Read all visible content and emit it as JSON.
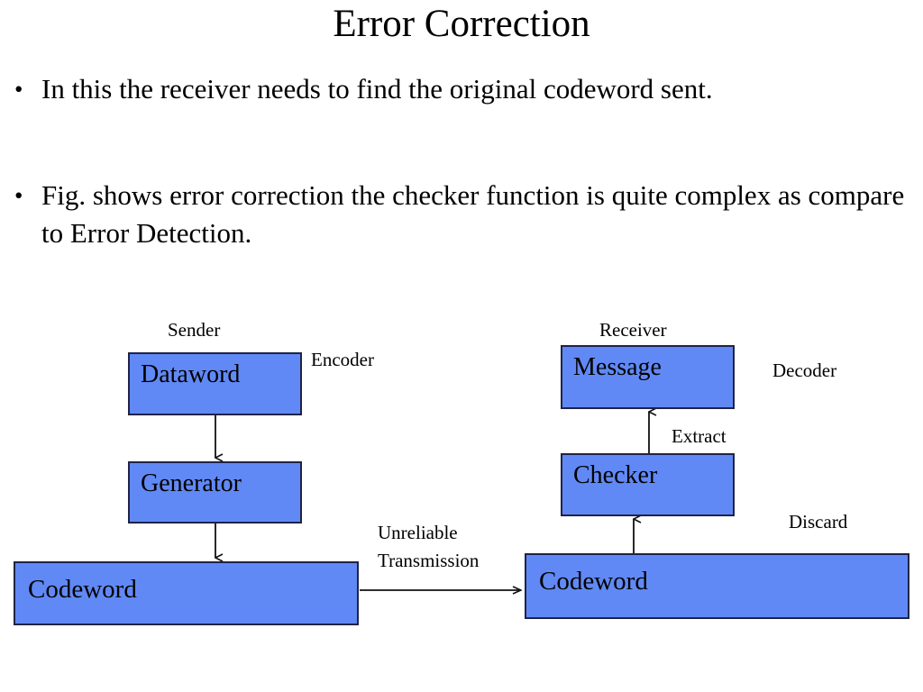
{
  "slide": {
    "title": "Error Correction",
    "background_color": "#ffffff",
    "text_color": "#000000"
  },
  "bullets": [
    {
      "marker": "•",
      "text": "In this the receiver needs to find the original codeword sent."
    },
    {
      "marker": "•",
      "text": "Fig. shows error correction the checker function is quite complex as compare to Error Detection."
    }
  ],
  "diagram": {
    "node_fill_color": "#6189f5",
    "node_border_color": "#1f2346",
    "nodes": [
      {
        "id": "dataword",
        "label": "Dataword",
        "side": "sender"
      },
      {
        "id": "generator",
        "label": "Generator",
        "side": "sender"
      },
      {
        "id": "codeword_tx",
        "label": "Codeword",
        "side": "sender"
      },
      {
        "id": "message",
        "label": "Message",
        "side": "receiver"
      },
      {
        "id": "checker",
        "label": "Checker",
        "side": "receiver"
      },
      {
        "id": "codeword_rx",
        "label": "Codeword",
        "side": "receiver"
      }
    ],
    "captions": [
      {
        "id": "sender",
        "text": "Sender"
      },
      {
        "id": "encoder",
        "text": "Encoder"
      },
      {
        "id": "receiver",
        "text": "Receiver"
      },
      {
        "id": "decoder",
        "text": "Decoder"
      },
      {
        "id": "extract",
        "text": "Extract"
      },
      {
        "id": "discard",
        "text": "Discard"
      },
      {
        "id": "unreliable",
        "text": "Unreliable Transmission"
      }
    ],
    "arrows": [
      {
        "id": "dataword-to-generator",
        "direction": "down"
      },
      {
        "id": "generator-to-codeword",
        "direction": "down"
      },
      {
        "id": "codeword-tx-to-codeword-rx",
        "direction": "right"
      },
      {
        "id": "codeword-rx-to-checker",
        "direction": "up"
      },
      {
        "id": "checker-to-message",
        "direction": "up"
      }
    ]
  }
}
